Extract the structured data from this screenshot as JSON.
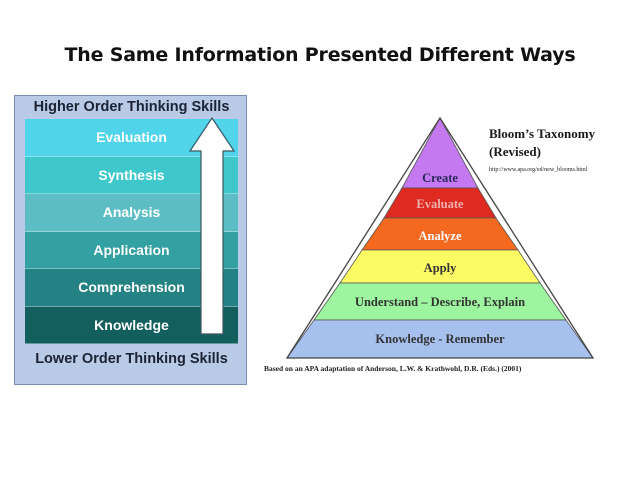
{
  "page": {
    "title": "The Same Information Presented Different Ways"
  },
  "hots": {
    "top_label": "Higher Order  Thinking Skills",
    "bottom_label": "Lower Order Thinking Skills",
    "levels": [
      {
        "label": "Evaluation",
        "color": "#4fd4ea"
      },
      {
        "label": "Synthesis",
        "color": "#3fc8cc"
      },
      {
        "label": "Analysis",
        "color": "#5cbec4"
      },
      {
        "label": "Application",
        "color": "#33a0a2"
      },
      {
        "label": "Comprehension",
        "color": "#258284"
      },
      {
        "label": "Knowledge",
        "color": "#135f5e"
      }
    ]
  },
  "blooms": {
    "title_line1": "Bloom’s Taxonomy",
    "title_line2": "(Revised)",
    "url": "http://www.apa.org/ed/new_blooms.html",
    "citation": "Based on an APA adaptation of Anderson, L.W. & Krathwohl, D.R. (Eds.) (2001)",
    "levels": [
      {
        "label": "Create",
        "color": "#c479f0",
        "text_color": "#2a2a5a"
      },
      {
        "label": "Evaluate",
        "color": "#de2a21",
        "text_color": "#f0b0b0"
      },
      {
        "label": "Analyze",
        "color": "#f4691f",
        "text_color": "#ffffff"
      },
      {
        "label": "Apply",
        "color": "#fdfb63",
        "text_color": "#333333"
      },
      {
        "label": "Understand – Describe, Explain",
        "color": "#9ef5a0",
        "text_color": "#333333"
      },
      {
        "label": "Knowledge - Remember",
        "color": "#a7c1ef",
        "text_color": "#333333"
      }
    ]
  }
}
